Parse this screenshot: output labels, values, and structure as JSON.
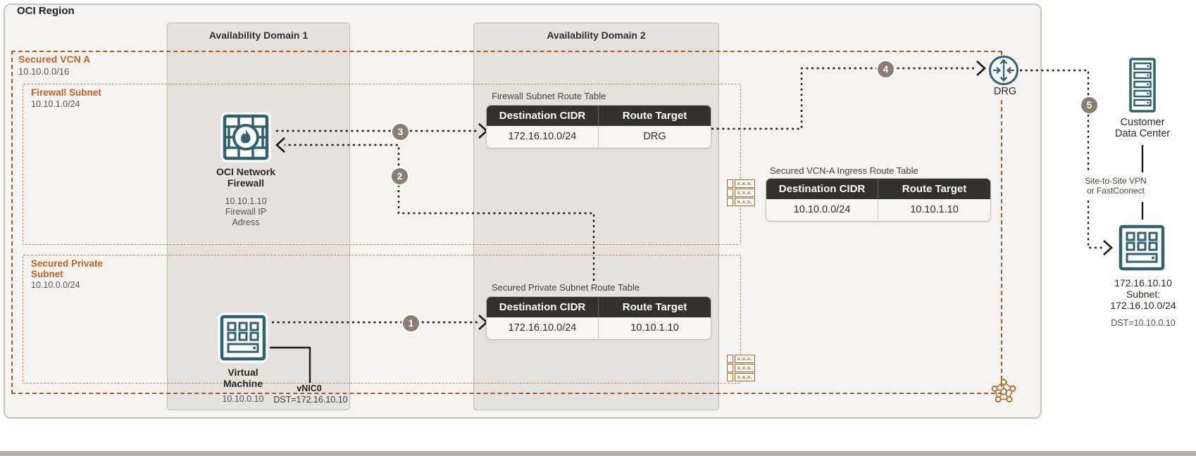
{
  "region": {
    "title": "OCI Region"
  },
  "availability_domains": [
    {
      "label": "Availability Domain 1"
    },
    {
      "label": "Availability Domain 2"
    }
  ],
  "vcn": {
    "label": "Secured VCN A",
    "cidr": "10.10.0.0/16"
  },
  "firewall_subnet": {
    "label": "Firewall Subnet",
    "cidr": "10.10.1.0/24"
  },
  "private_subnet": {
    "label_line1": "Secured Private",
    "label_line2": "Subnet",
    "cidr": "10.10.0.0/24"
  },
  "firewall": {
    "label_line1": "OCI Network",
    "label_line2": "Firewall",
    "ip": "10.10.1.10",
    "caption_line1": "Firewall IP",
    "caption_line2": "Adress"
  },
  "vm": {
    "label_line1": "Virtual",
    "label_line2": "Machine",
    "ip": "10.10.0.10",
    "vnic": "vNIC0",
    "vnic_dst": "DST=172.16.10.10"
  },
  "tables": {
    "firewall": {
      "title": "Firewall Subnet Route Table",
      "headers": [
        "Destination CIDR",
        "Route Target"
      ],
      "rows": [
        [
          "172.16.10.0/24",
          "DRG"
        ]
      ]
    },
    "ingress": {
      "title": "Secured VCN-A Ingress Route Table",
      "headers": [
        "Destination CIDR",
        "Route Target"
      ],
      "rows": [
        [
          "10.10.0.0/24",
          "10.10.1.10"
        ]
      ]
    },
    "private": {
      "title": "Secured Private Subnet Route Table",
      "headers": [
        "Destination CIDR",
        "Route Target"
      ],
      "rows": [
        [
          "172.16.10.0/24",
          "10.10.1.10"
        ]
      ]
    }
  },
  "drg": {
    "label": "DRG"
  },
  "customer_dc": {
    "label_line1": "Customer",
    "label_line2": "Data Center",
    "connection_line1": "Site-to-Site VPN",
    "connection_line2": "or FastConnect"
  },
  "remote_subnet": {
    "ip": "172.16.10.10",
    "subnet_word": "Subnet:",
    "cidr": "172.16.10.0/24",
    "dst": "DST=10.10.0.10"
  },
  "steps": [
    "1",
    "2",
    "3",
    "4",
    "5"
  ],
  "icons": {
    "route_table_cell": "x.x.x."
  },
  "colors": {
    "teal": "#2f616e",
    "orange_label": "#c4611c",
    "vcn_border": "#a85a1c",
    "subnet_border": "#c8834e",
    "step_circle": "#8d7d6f",
    "table_header_bg": "#34312d",
    "connector": "#1d1c1a"
  }
}
